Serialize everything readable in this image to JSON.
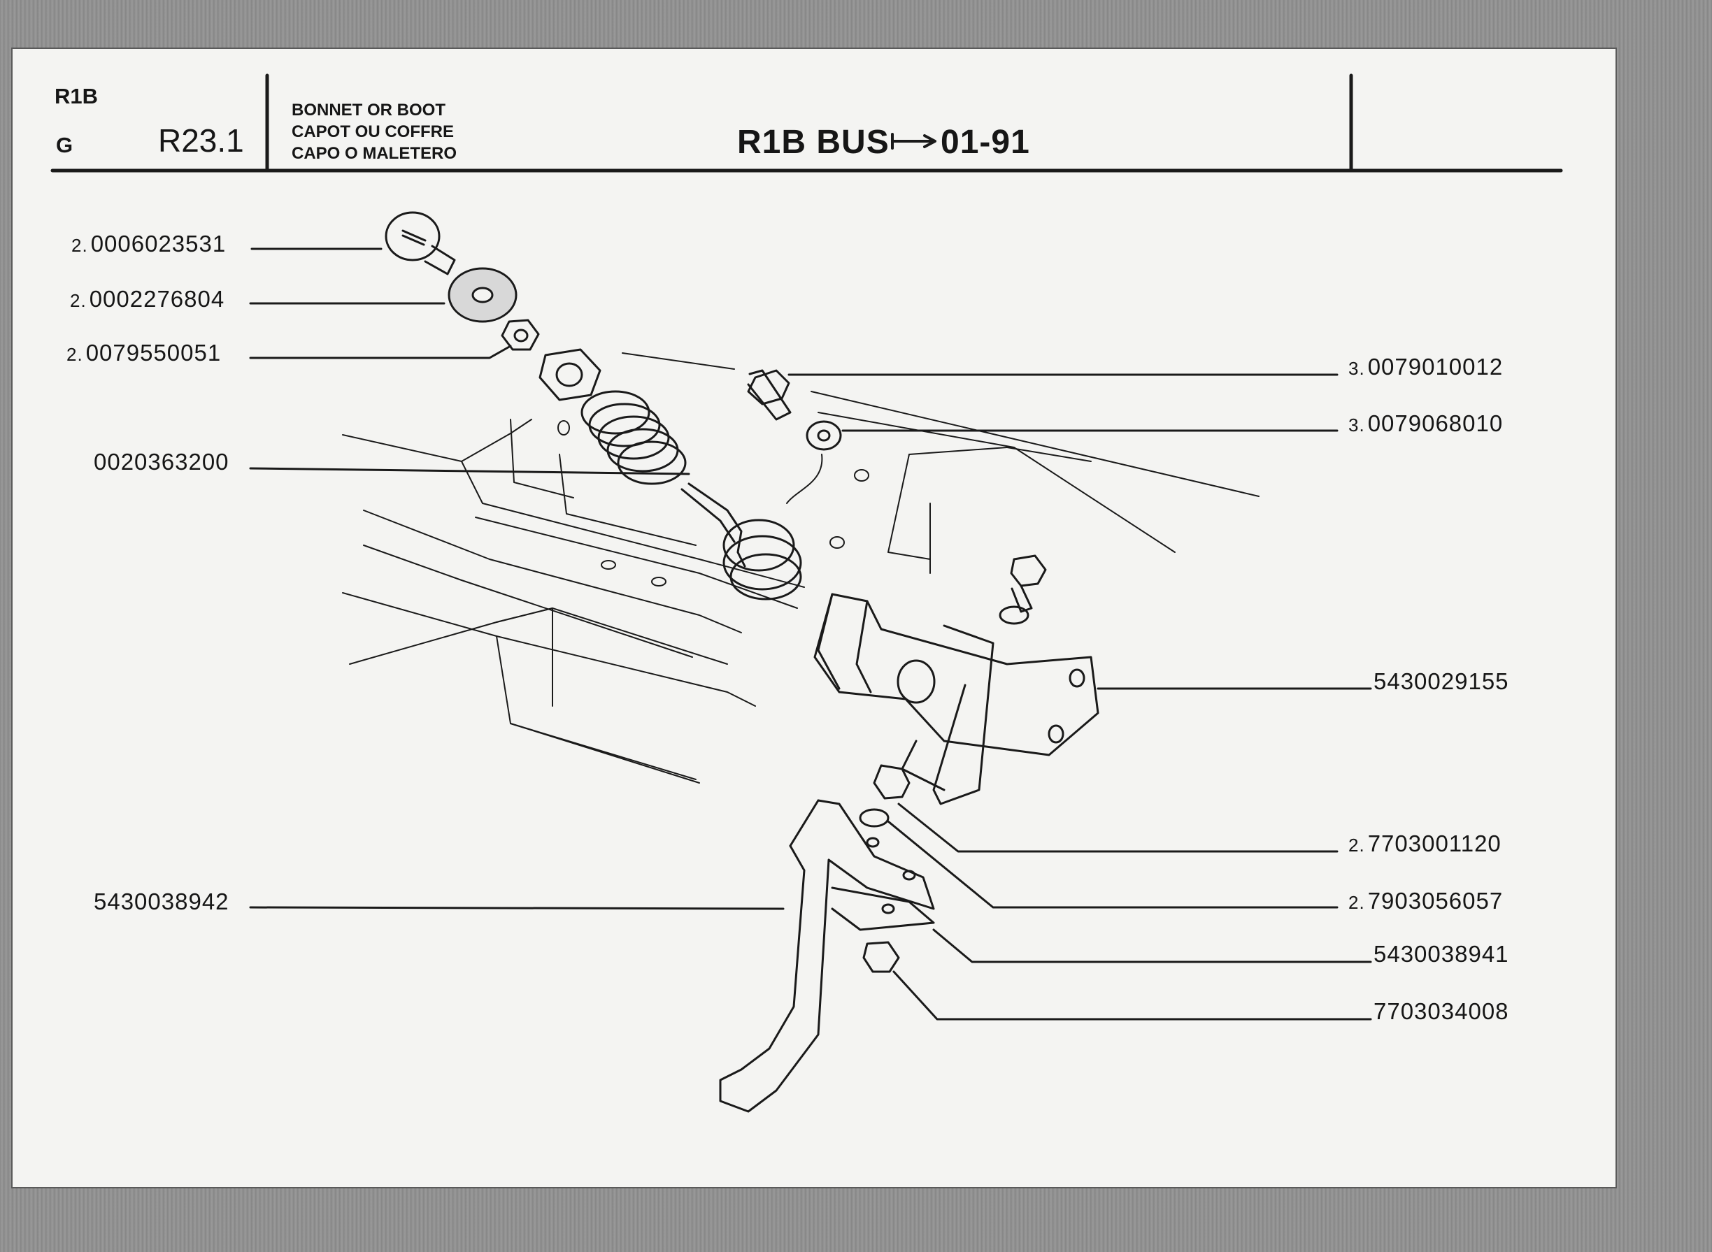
{
  "header": {
    "model_code": "R1B",
    "group_letter": "G",
    "page_ref": "R23.1",
    "section_titles": [
      "BONNET OR BOOT",
      "CAPOT OU COFFRE",
      "CAPO O MALETERO"
    ],
    "vehicle": "R1B BUS",
    "validity": "01-91"
  },
  "callouts": [
    {
      "qty": "2.",
      "part": "0006023531"
    },
    {
      "qty": "2.",
      "part": "0002276804"
    },
    {
      "qty": "2.",
      "part": "0079550051"
    },
    {
      "qty": "",
      "part": "0020363200"
    },
    {
      "qty": "",
      "part": "5430038942"
    },
    {
      "qty": "3.",
      "part": "0079010012"
    },
    {
      "qty": "3.",
      "part": "0079068010"
    },
    {
      "qty": "",
      "part": "5430029155"
    },
    {
      "qty": "2.",
      "part": "7703001120"
    },
    {
      "qty": "2.",
      "part": "7903056057"
    },
    {
      "qty": "",
      "part": "5430038941"
    },
    {
      "qty": "",
      "part": "7703034008"
    }
  ]
}
